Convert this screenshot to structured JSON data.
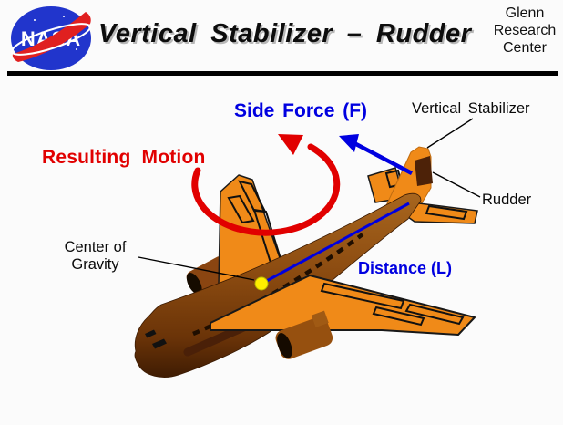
{
  "header": {
    "logo": {
      "text": "NASA"
    },
    "title": "Vertical Stabilizer – Rudder",
    "agency": {
      "line1": "Glenn",
      "line2": "Research",
      "line3": "Center"
    }
  },
  "diagram": {
    "labels": {
      "resulting_motion": "Resulting Motion",
      "side_force": "Side Force (F)",
      "vertical_stabilizer": "Vertical Stabilizer",
      "rudder": "Rudder",
      "center_of_gravity_line1": "Center of",
      "center_of_gravity_line2": "Gravity",
      "distance": "Distance (L)"
    },
    "colors": {
      "annotation_red": "#e10000",
      "annotation_blue": "#0000e0",
      "aircraft_orange": "#f08a18",
      "fuselage_brown": "#8a4a10",
      "rudder_dark": "#4d2208",
      "cg_marker_yellow": "#ffee00",
      "nasa_blue": "#2135cc",
      "nasa_red": "#e02020"
    }
  }
}
